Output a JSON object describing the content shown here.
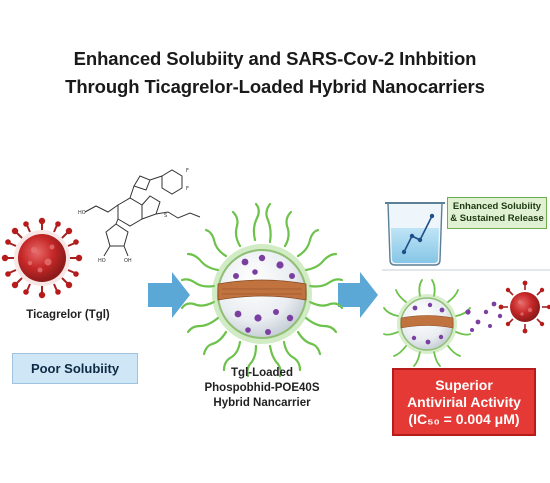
{
  "title": {
    "line1": "Enhanced Solubiity and SARS-Cov-2 Inhbition",
    "line2": "Through Ticagrelor-Loaded Hybrid Nanocarriers"
  },
  "left": {
    "drug_label": "Ticagrelor (Tgl)",
    "poor_solubility": "Poor Solubiity"
  },
  "center": {
    "carrier_label_1": "Tgl-Loaded",
    "carrier_label_2": "Phospobhid-POE40S",
    "carrier_label_3": "Hybrid Nancarrier"
  },
  "right": {
    "enhanced_1": "Enhanced Solubiity",
    "enhanced_2": "& Sustained Release",
    "activity_1": "Superior",
    "activity_2": "Antivirial Activity",
    "activity_3": "(IC₅₀ = 0.004 μM)"
  },
  "colors": {
    "virus": "#c62828",
    "arrow": "#5ba7d6",
    "brush": "#6cc24a",
    "band": "#b86a3a",
    "payload": "#7b3fa0",
    "accent_red": "#e53935"
  }
}
